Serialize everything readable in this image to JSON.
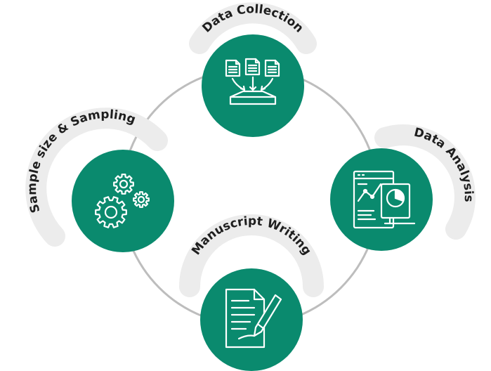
{
  "diagram": {
    "colors": {
      "node": "#0a8a6e",
      "ring": "#bdbdbd",
      "label_band": "#ececec",
      "label_text": "#1e1e1e",
      "icon": "#ffffff"
    },
    "nodes": [
      {
        "label": "Data Collection",
        "icon": "documents-into-tray-icon"
      },
      {
        "label": "Data Analysis",
        "icon": "report-charts-icon"
      },
      {
        "label": "Manuscript Writing",
        "icon": "document-pen-icon"
      },
      {
        "label": "Sample size & Sampling",
        "icon": "gears-icon"
      }
    ]
  }
}
